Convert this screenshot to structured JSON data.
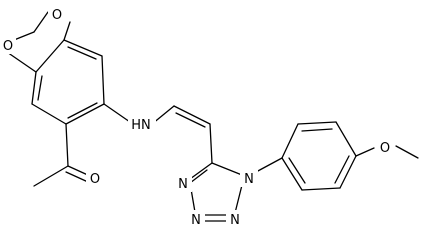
{
  "structure": {
    "atom_labels": {
      "o_dioxole_top": "O",
      "o_dioxole_bottom": "O",
      "nh": "HN",
      "o_carbonyl": "O",
      "n_tz1": "N",
      "n_tz2": "N",
      "n_tz3": "N",
      "n_tz4": "N",
      "o_methoxy": "O"
    }
  }
}
